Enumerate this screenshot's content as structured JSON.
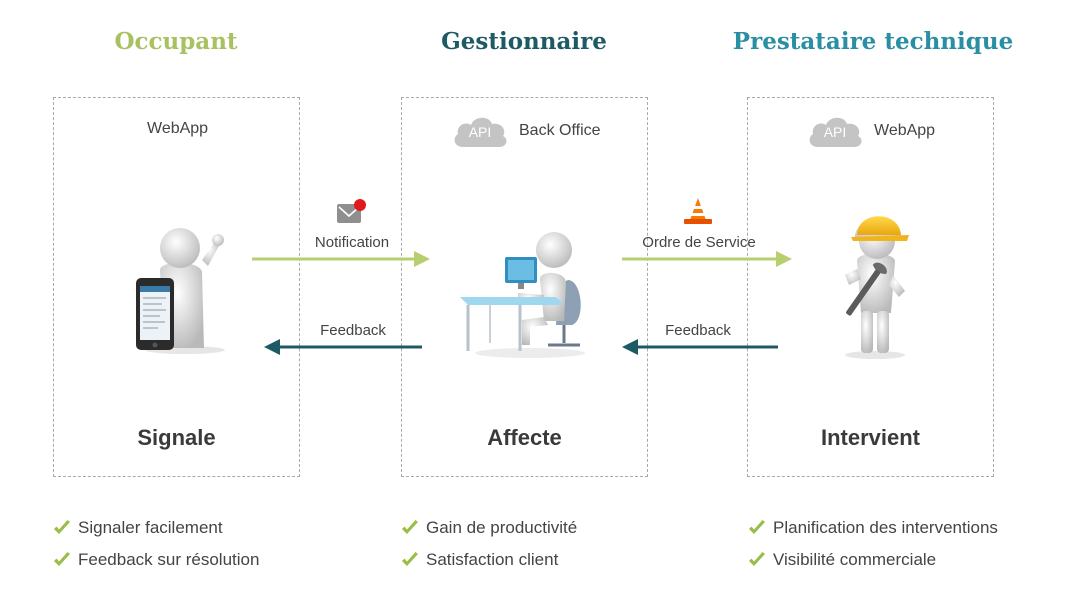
{
  "colors": {
    "occupant": "#a9c161",
    "gestionnaire": "#1e5a64",
    "prestataire": "#2a8fa3",
    "green_arrow": "#b7cf6e",
    "teal_arrow": "#1e5a64",
    "check": "#9bbd48",
    "cloud": "#c4c4c4"
  },
  "columns": [
    {
      "title": "Occupant",
      "app": "WebApp",
      "has_api": false,
      "verb": "Signale",
      "benefits": [
        "Signaler facilement",
        "Feedback sur résolution"
      ]
    },
    {
      "title": "Gestionnaire",
      "app": "Back Office",
      "has_api": true,
      "api": "API",
      "verb": "Affecte",
      "benefits": [
        "Gain de productivité",
        "Satisfaction client"
      ]
    },
    {
      "title": "Prestataire technique",
      "app": "WebApp",
      "has_api": true,
      "api": "API",
      "verb": "Intervient",
      "benefits": [
        "Planification des interventions",
        "Visibilité commerciale"
      ]
    }
  ],
  "flows": {
    "notification": {
      "label": "Notification",
      "icon": "mail-notification-icon"
    },
    "ordre": {
      "label": "Ordre de Service",
      "icon": "traffic-cone-icon"
    },
    "feedback1": {
      "label": "Feedback"
    },
    "feedback2": {
      "label": "Feedback"
    }
  }
}
